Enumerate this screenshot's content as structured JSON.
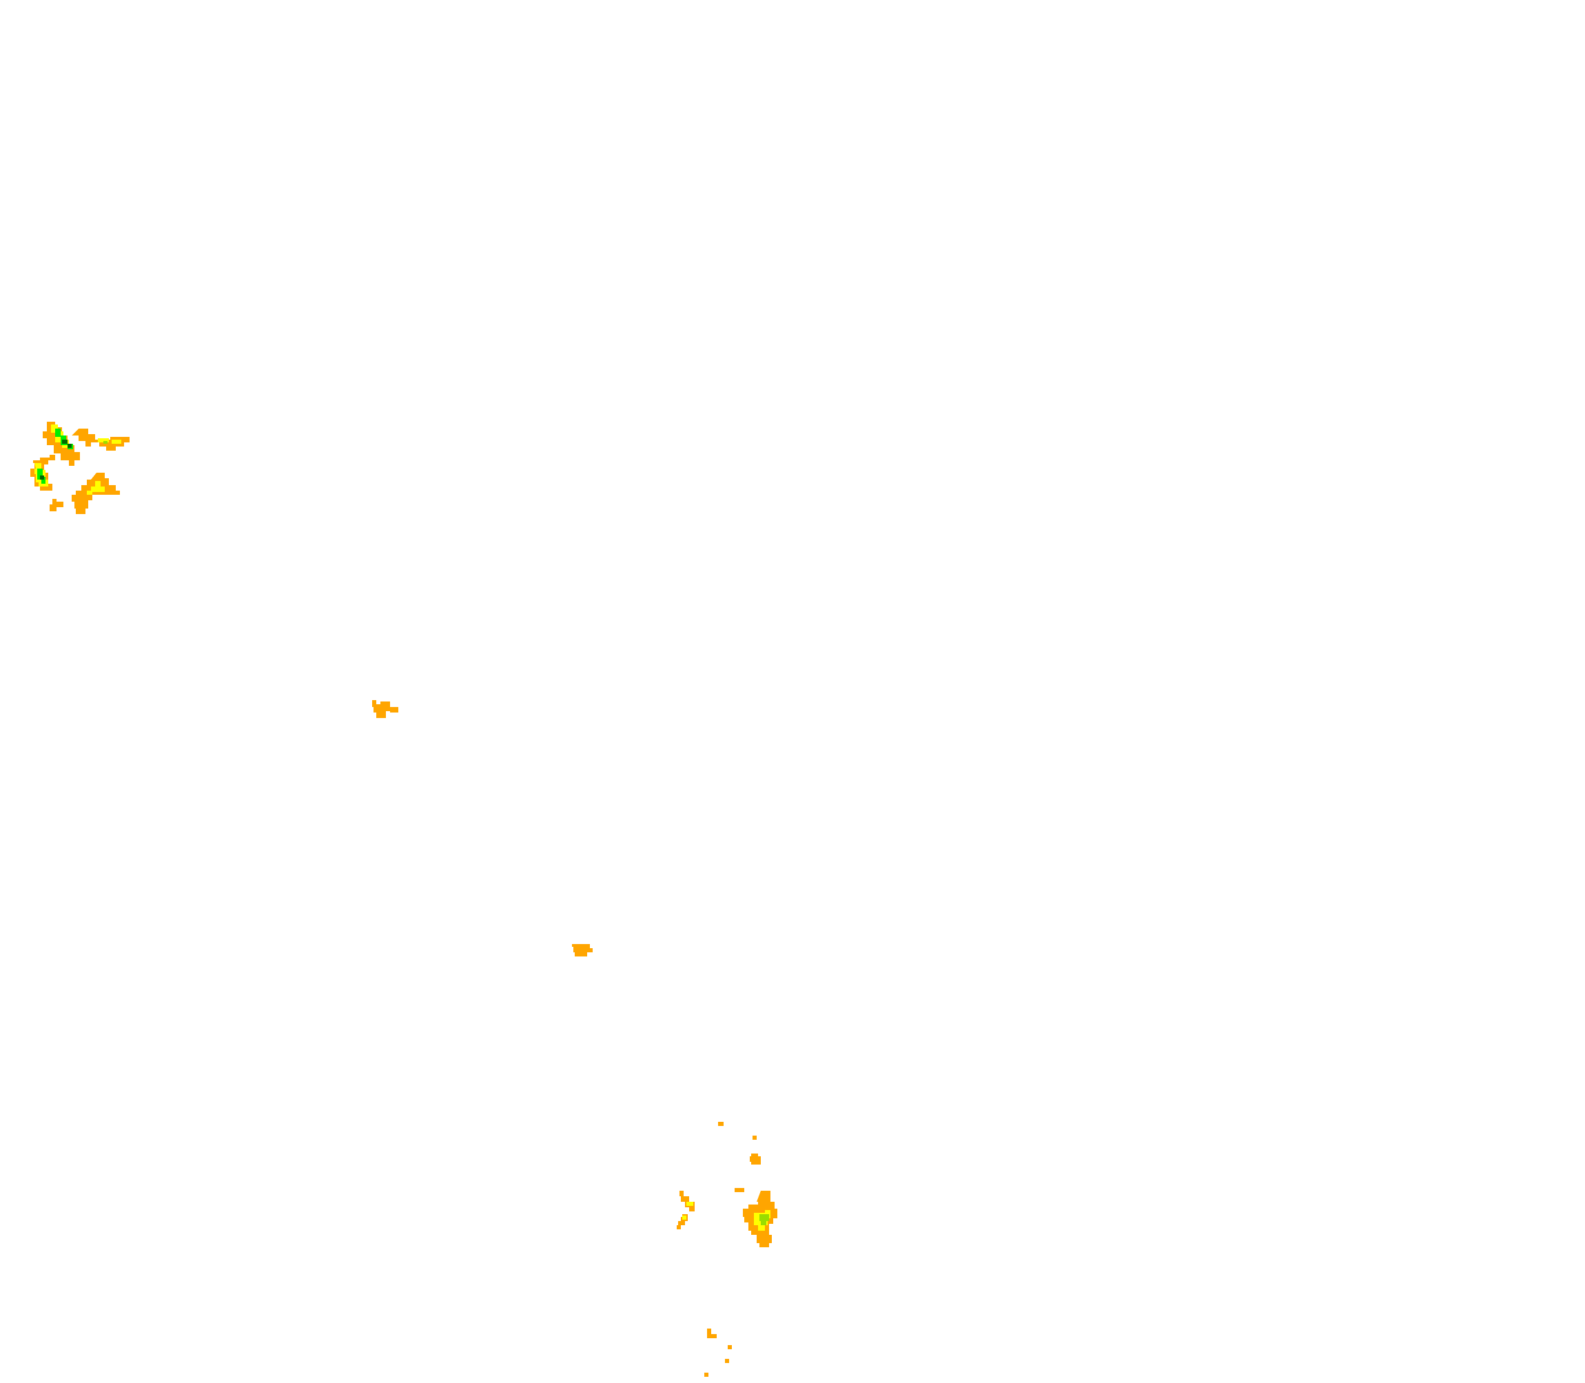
{
  "map": {
    "background": "#ffffff",
    "intensity_colors": {
      "light": "#ffa500",
      "moderate": "#ffff00",
      "heavy": "#99dd00",
      "very_heavy": "#00ee00",
      "extreme": "#006600"
    },
    "cell_clusters": [
      "northwest-cluster",
      "central-cell-a",
      "central-cell-b",
      "south-cluster",
      "far-south-specks"
    ]
  }
}
